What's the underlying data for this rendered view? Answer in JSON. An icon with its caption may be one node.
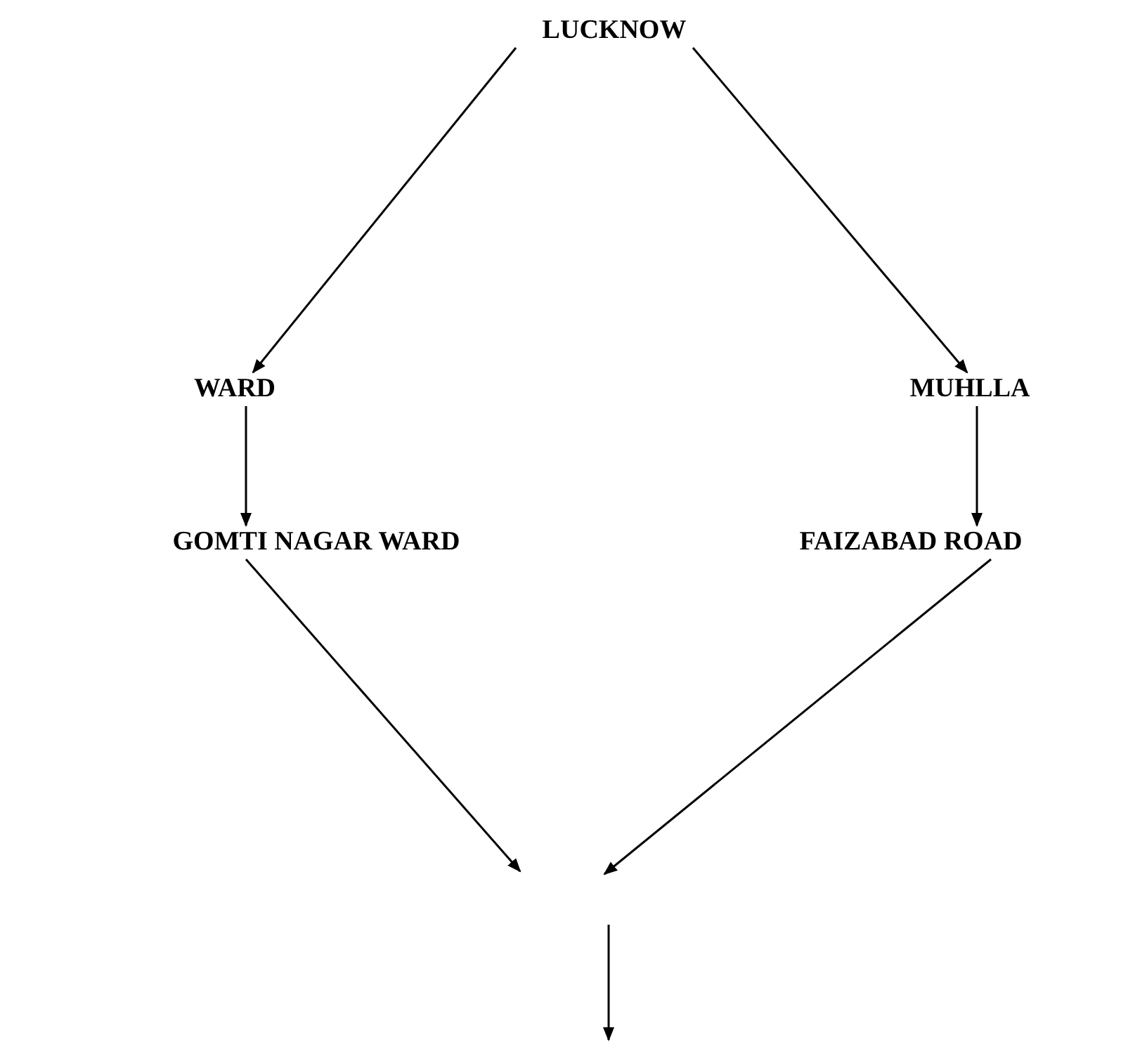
{
  "diagram": {
    "nodes": [
      {
        "text": [
          "LUCKNOW"
        ]
      },
      {
        "text": [
          "WARD"
        ]
      },
      {
        "text": [
          "MUHLLA"
        ]
      },
      {
        "text": [
          "GOMTI NAGAR WARD"
        ]
      },
      {
        "text": [
          "FAIZABAD ROAD"
        ]
      }
    ],
    "edges": [
      {
        "from": 0,
        "to": 1,
        "arrow": "to"
      },
      {
        "from": 0,
        "to": 2,
        "arrow": "to"
      },
      {
        "from": 1,
        "to": 3,
        "arrow": "to"
      },
      {
        "from": 2,
        "to": 4,
        "arrow": "to"
      },
      {
        "from": 3,
        "to": null,
        "arrow": "to"
      },
      {
        "from": 4,
        "to": null,
        "arrow": "to"
      }
    ]
  }
}
